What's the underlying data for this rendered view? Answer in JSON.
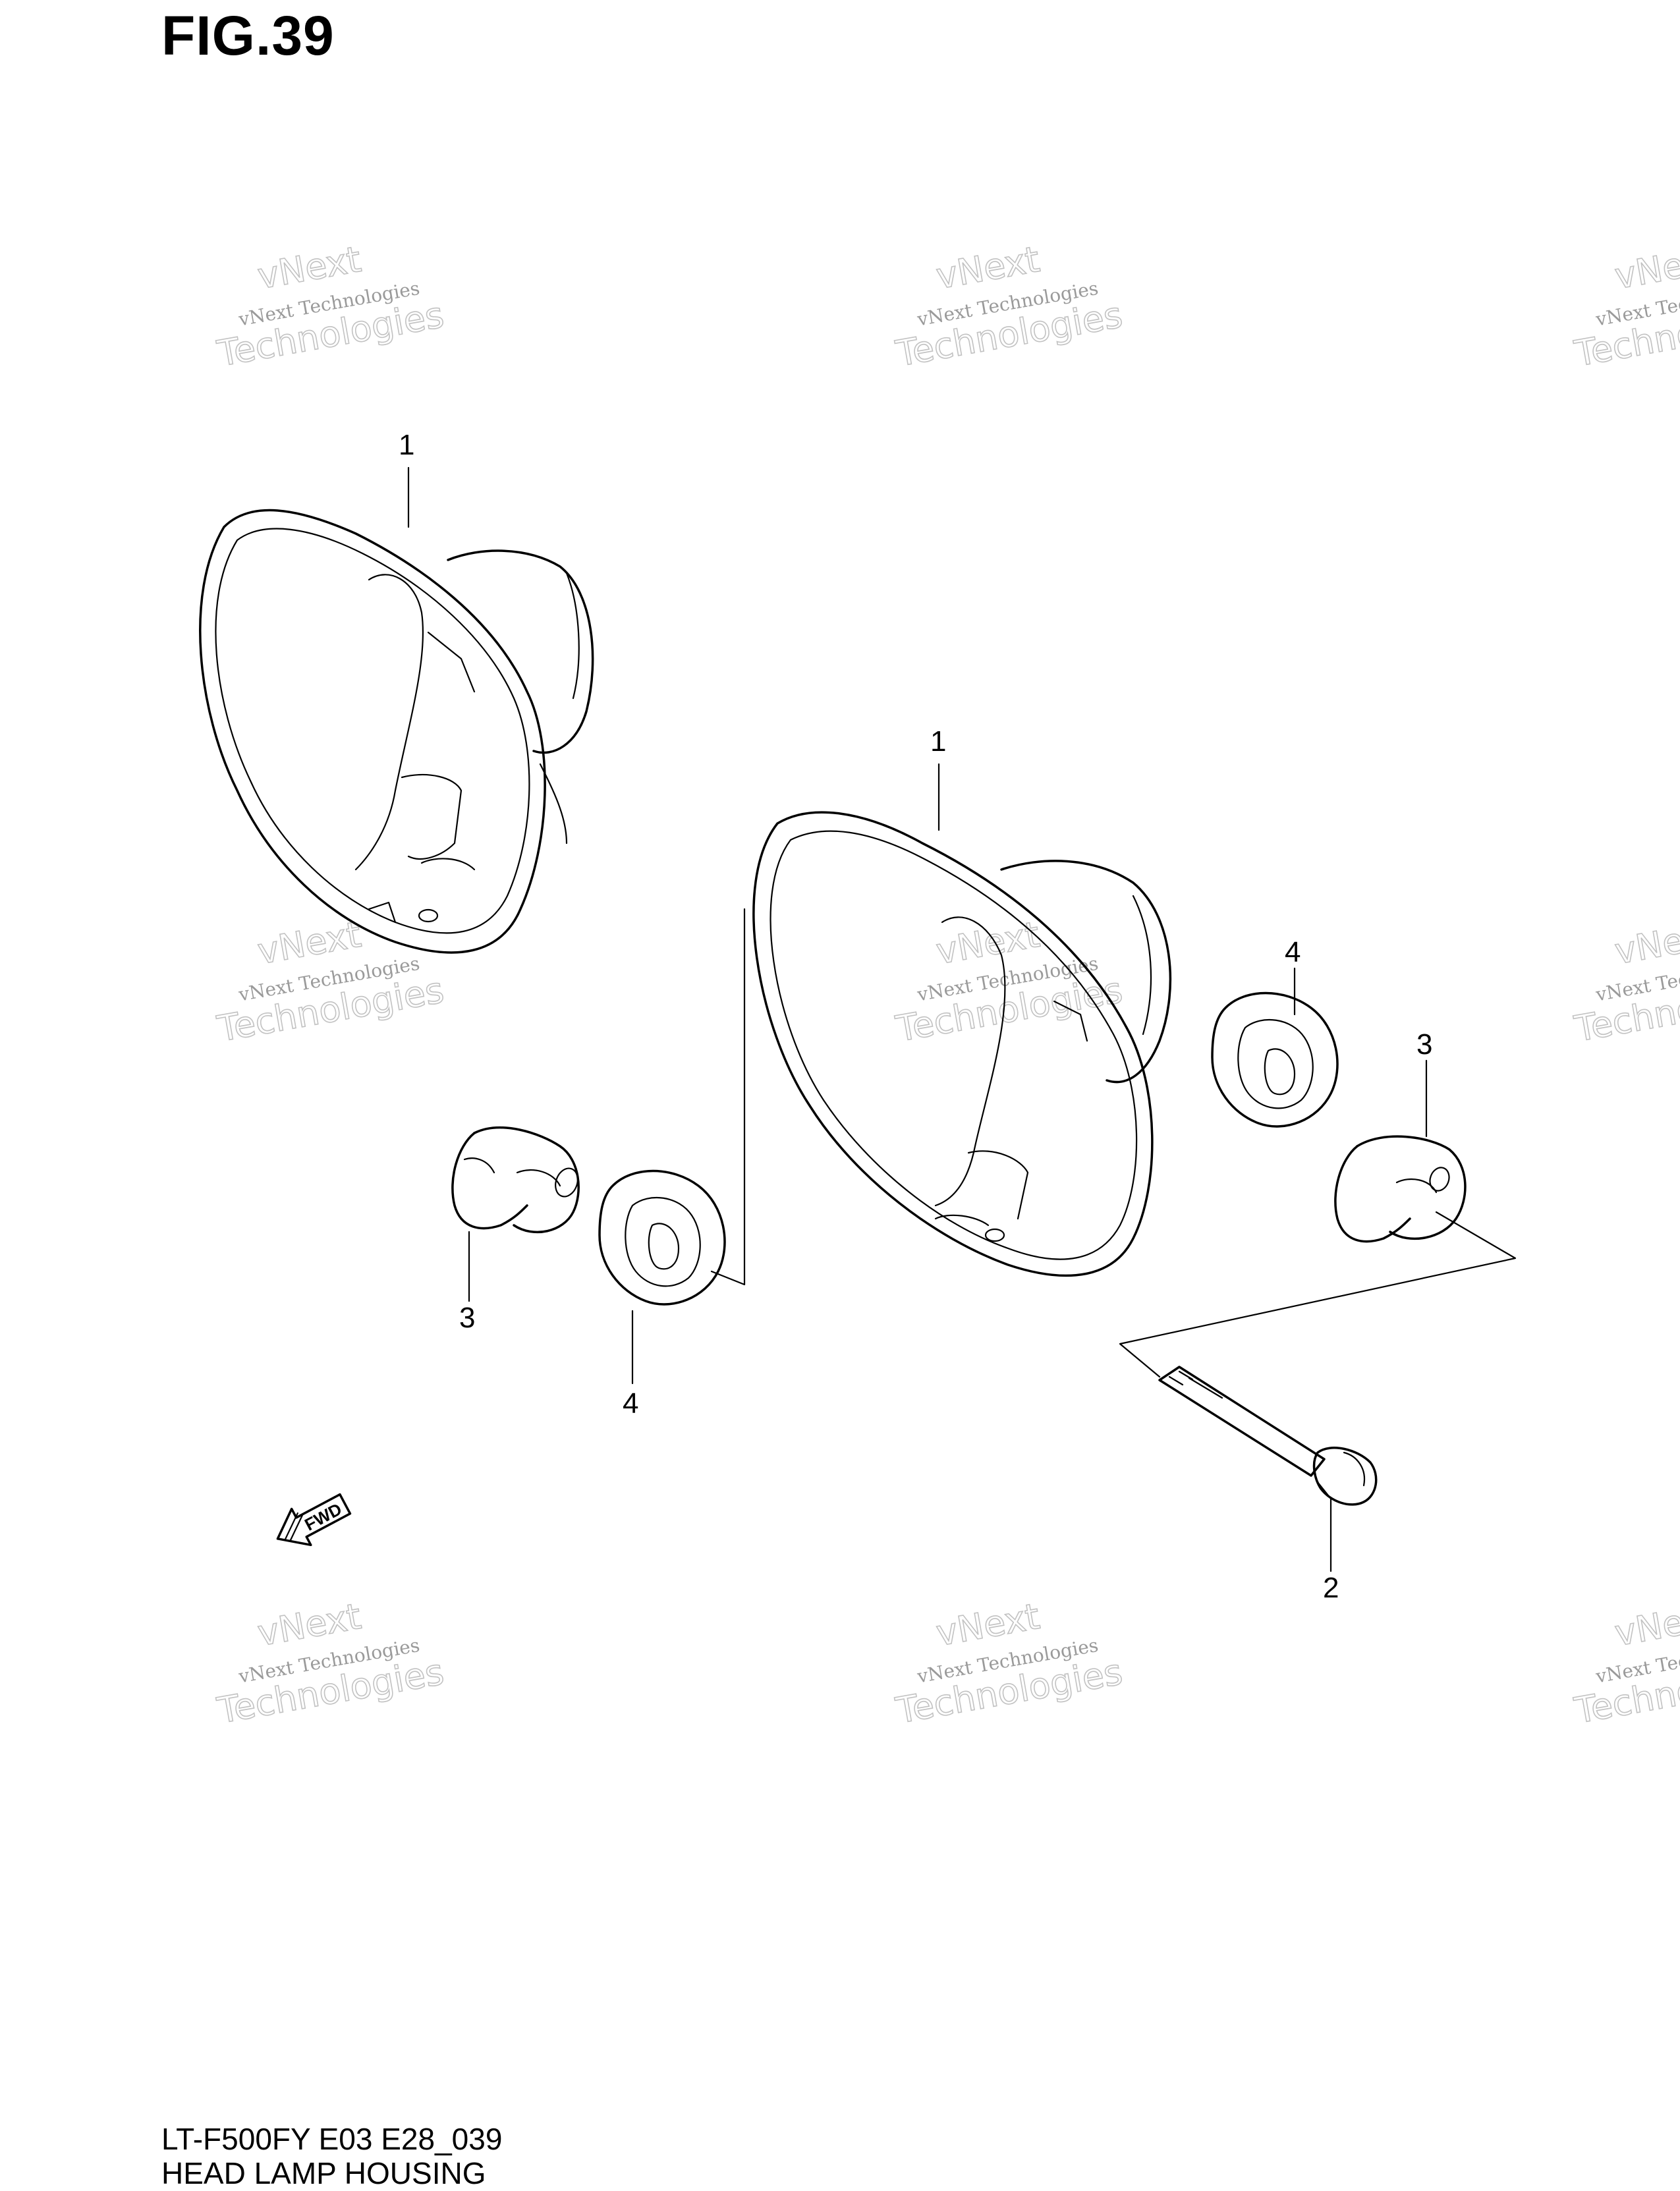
{
  "figure": {
    "title": "FIG.39",
    "model_code": "LT-F500FY E03 E28_039",
    "section_name": "HEAD LAMP HOUSING"
  },
  "callouts": [
    {
      "id": "c1a",
      "label": "1"
    },
    {
      "id": "c1b",
      "label": "1"
    },
    {
      "id": "c2",
      "label": "2"
    },
    {
      "id": "c3a",
      "label": "3"
    },
    {
      "id": "c3b",
      "label": "3"
    },
    {
      "id": "c4a",
      "label": "4"
    },
    {
      "id": "c4b",
      "label": "4"
    }
  ],
  "fwd_label": "FWD",
  "watermark": {
    "line1": "vNext Technologies",
    "line2": "Technologies",
    "line3": "vNext"
  }
}
